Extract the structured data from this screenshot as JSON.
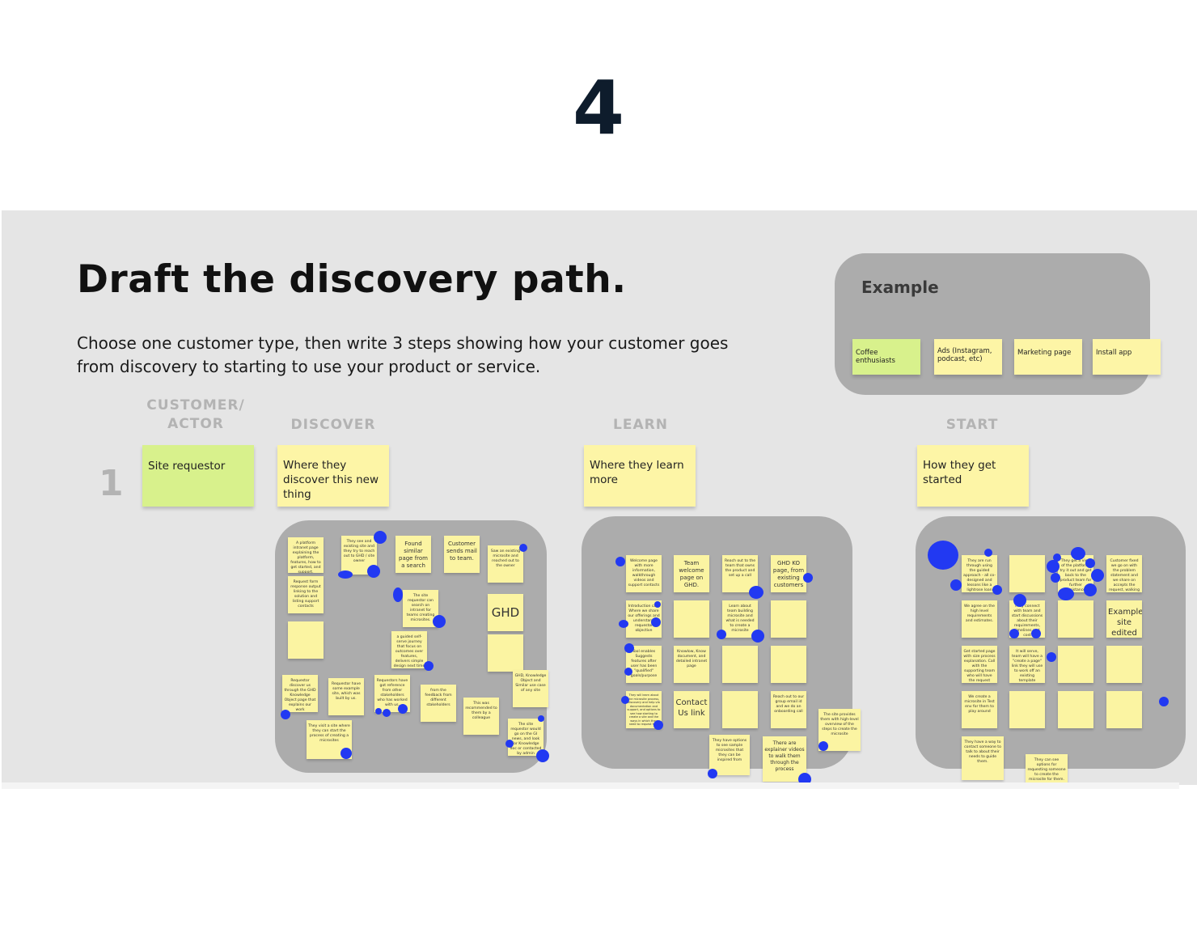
{
  "page_number": "4",
  "board": {
    "title": "Draft the discovery path.",
    "subtitle": "Choose one customer type, then write 3 steps showing how your customer goes from discovery to starting to use your product or service.",
    "row_number": "1",
    "columns": {
      "actor": "CUSTOMER/ ACTOR",
      "discover": "DISCOVER",
      "learn": "LEARN",
      "start": "START"
    },
    "row_stickies": {
      "actor": "Site requestor",
      "discover": "Where they discover this new thing",
      "learn": "Where they learn more",
      "start": "How they get started"
    }
  },
  "example": {
    "label": "Example",
    "stickies": [
      "Coffee enthusiasts",
      "Ads (Instagram, podcast, etc)",
      "Marketing page",
      "Install app"
    ]
  },
  "discover_cluster": [
    "A platform intranet page explaining the platform, features, how to get started, and support.",
    "They see and existing site and they try to reach out to GHD / site owner",
    "Found similar page from a search",
    "Customer sends mail to team.",
    "Saw an existing microsite and reached out to the owner",
    "Request form response output linking to the solution and listing support contacts",
    "The site requestor can search on intranet for teams creating microsites.",
    "",
    "GHD",
    "a guided self-serve journey that focus on outcomes over features, delivers simple design next time for exploration and learning",
    "",
    "GHD, Knowledge Object and Similar use case of any site",
    "Requestor discover us through the GHD Knowledge Object page that explains our work",
    "Requestor have some example site, which was built by us.",
    "Requestors have got reference from other stakeholders who has worked with us.",
    "from the feedback from different stakeholders",
    "This was recommended to them by a colleague",
    "The site requestor would go on the GI news, and look for Knowledge doc or contacted by admin contact on the intranet",
    "They visit a site where they can start the process of creating a microsites"
  ],
  "learn_cluster": [
    "Welcome page with more information, walkthrough videos and support contacts",
    "Team welcome page on GHD.",
    "Reach out to the team that owns the product and set up a call",
    "GHD KO page, from existing customers",
    "Introduction call: Where we share our offerings and understand requestor objective",
    "",
    "Learn about team building microsite and what is needed to create a microsite",
    "",
    "Tool enables Suggests features after user has been \"qualified\" goals/purpose",
    "Knowlow, Know document, and detailed intranet page",
    "",
    "",
    "They will learn about the microsite process, discovery and help via documentation and support, and options to see how starting to create a site and the ways in which they need to request help",
    "Contact Us link",
    "",
    "Reach out to our group email id and we do an onboarding call",
    "They have options to see sample microsites that they can be inspired from",
    "There are explainer videos to walk them through the process",
    "The site provides them with high-level overview of the steps to create the microsite"
  ],
  "start_cluster": [
    "They are run through using the guided approach - all co-designed and lessons like a lightrose loan (intuitive).",
    "",
    "They get a view of the platform, try it out and get back to the product team for further assistance",
    "Customer fixed we go on with the problem statement and we share on accepts the request, walking through the timeline some microsite size",
    "We agree on the high level requirements and estimates.",
    "They connect with team and start discussions about their requirements, timelines and cost",
    "",
    "Example site edited",
    "Get started page with size process explanation. Call with the supporting team who will have the request details",
    "It will serve, team will have a \"create a page\" link they will use to work off an existing template matching their request",
    "",
    "",
    "We create a microsite in Test env for them to play around",
    "",
    "",
    "",
    "They have a way to contact someone to talk to about their needs to guide them.",
    "They can see options for requesting someone to create the microsite for them."
  ]
}
